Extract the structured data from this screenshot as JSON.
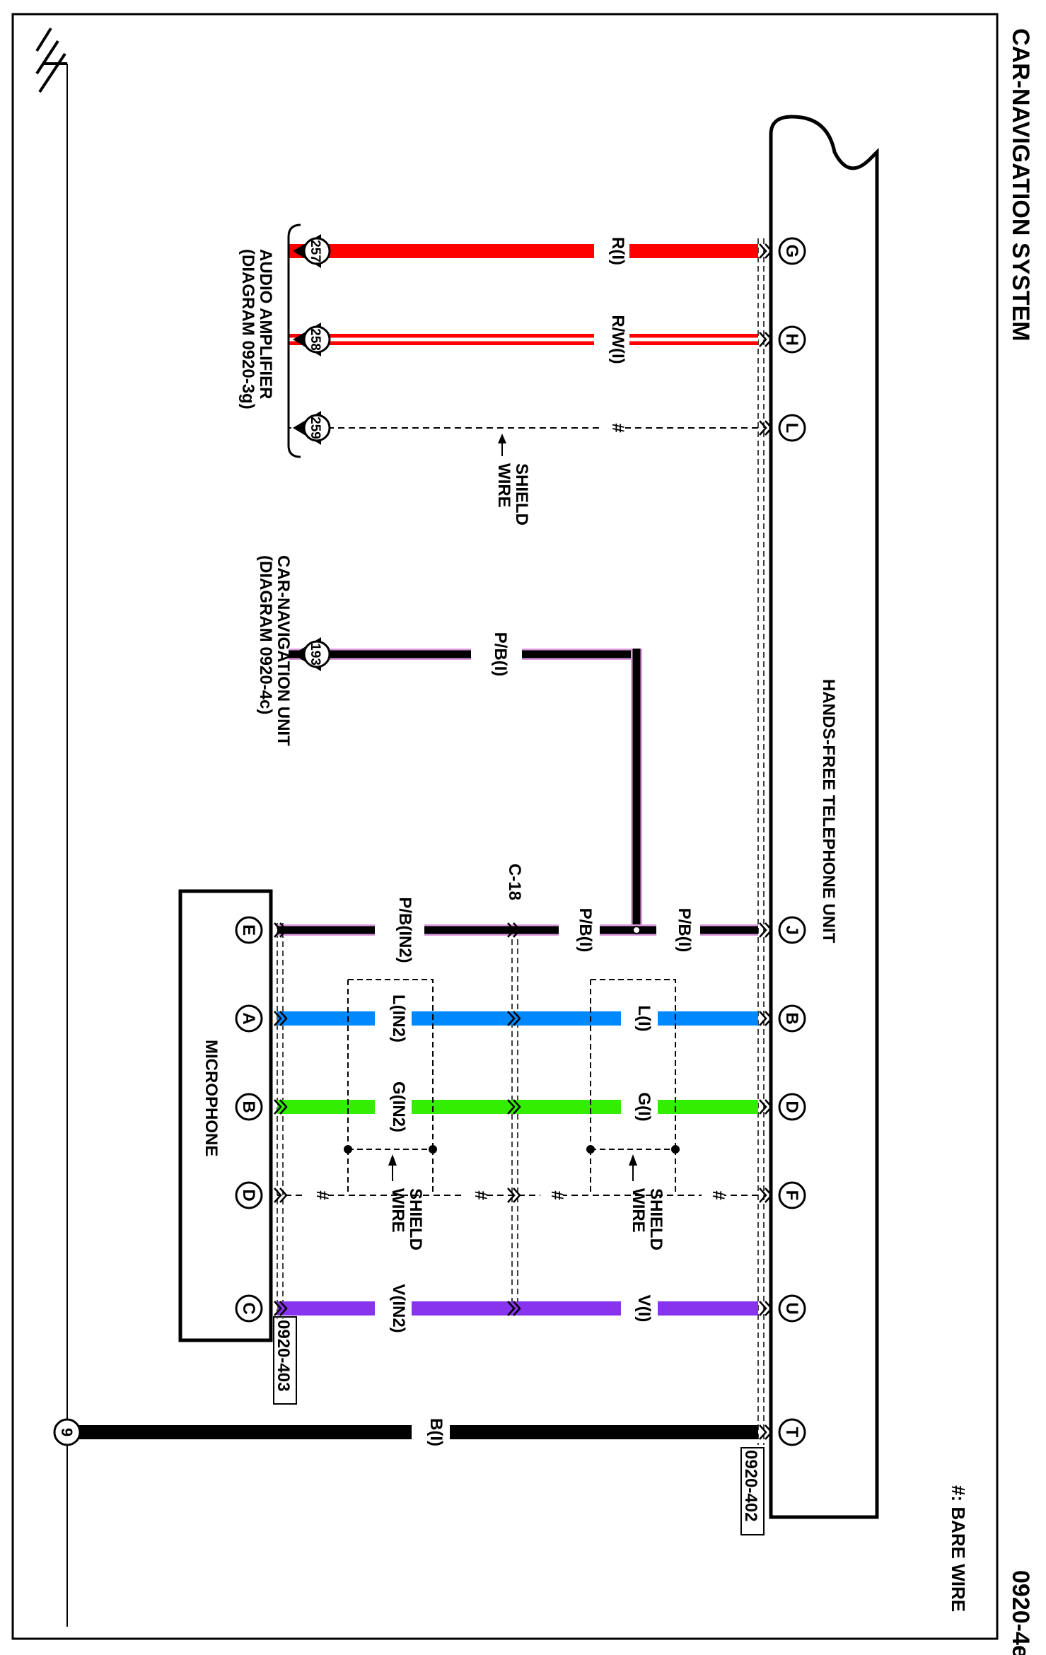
{
  "header": {
    "title": "CAR-NAVIGATION SYSTEM",
    "page_code": "0920-4e",
    "legend": "#: BARE WIRE"
  },
  "hf_unit": {
    "label": "HANDS-FREE TELEPHONE UNIT",
    "connector_code": "0920-402",
    "pins": [
      "G",
      "H",
      "L",
      "J",
      "B",
      "D",
      "F",
      "U",
      "T"
    ]
  },
  "microphone": {
    "label": "MICROPHONE",
    "connector_code": "0920-403",
    "pins": [
      "E",
      "A",
      "B",
      "D",
      "C"
    ]
  },
  "audio_amp": {
    "line1": "AUDIO AMPLIFIER",
    "line2": "(DIAGRAM 0920-3g)",
    "terminals": [
      "257",
      "258",
      "259"
    ]
  },
  "car_nav": {
    "line1": "CAR-NAVIGATION UNIT",
    "line2": "(DIAGRAM 0920-4c)",
    "terminal": "193"
  },
  "junction": {
    "label": "C-18"
  },
  "ground_ref": "9",
  "shield_wire": {
    "line1": "SHIELD",
    "line2": "WIRE"
  },
  "wires": {
    "g": "R(I)",
    "h": "R/W(I)",
    "l": "#",
    "nav": "P/B(I)",
    "j_right": "P/B(I)",
    "j_mid": "P/B(I)",
    "j_left": "P/B(IN2)",
    "b_right": "L(I)",
    "b_left": "L(IN2)",
    "d_right": "G(I)",
    "d_left": "G(IN2)",
    "f_1": "#",
    "f_2": "#",
    "f_3": "#",
    "f_4": "#",
    "u_right": "V(I)",
    "u_left": "V(IN2)",
    "t": "B(I)"
  },
  "colors": {
    "red": "#ff0000",
    "blue": "#0088ff",
    "green": "#33ee00",
    "violet": "#8833ee",
    "pink": "#dd99dd",
    "black": "#000000"
  }
}
